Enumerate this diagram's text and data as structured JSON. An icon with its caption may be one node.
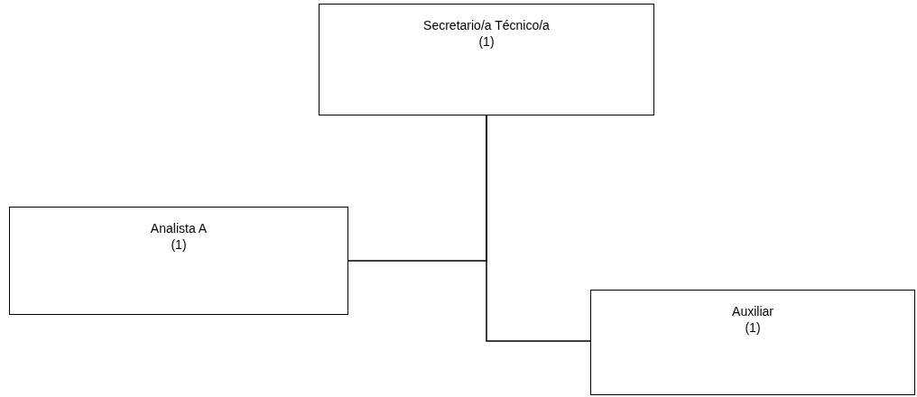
{
  "diagram": {
    "nodes": [
      {
        "text": [
          "Secretario/a Técnico/a",
          "(1)"
        ]
      },
      {
        "text": [
          "Analista A",
          "(1)"
        ]
      },
      {
        "text": [
          "Auxiliar",
          "(1)"
        ]
      }
    ],
    "edges": [
      {
        "from": 0,
        "to": 1,
        "arrow": "none"
      },
      {
        "from": 0,
        "to": 2,
        "arrow": "none"
      }
    ]
  }
}
